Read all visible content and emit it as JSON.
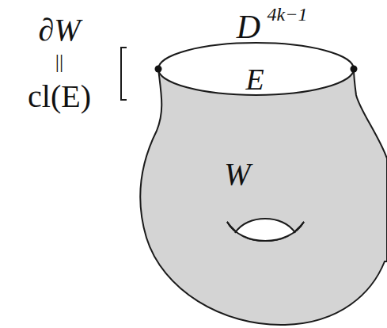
{
  "diagram": {
    "labels": [
      "D",
      "4k−1",
      "E",
      "W",
      "∂W",
      "||",
      "cl(E)"
    ]
  }
}
